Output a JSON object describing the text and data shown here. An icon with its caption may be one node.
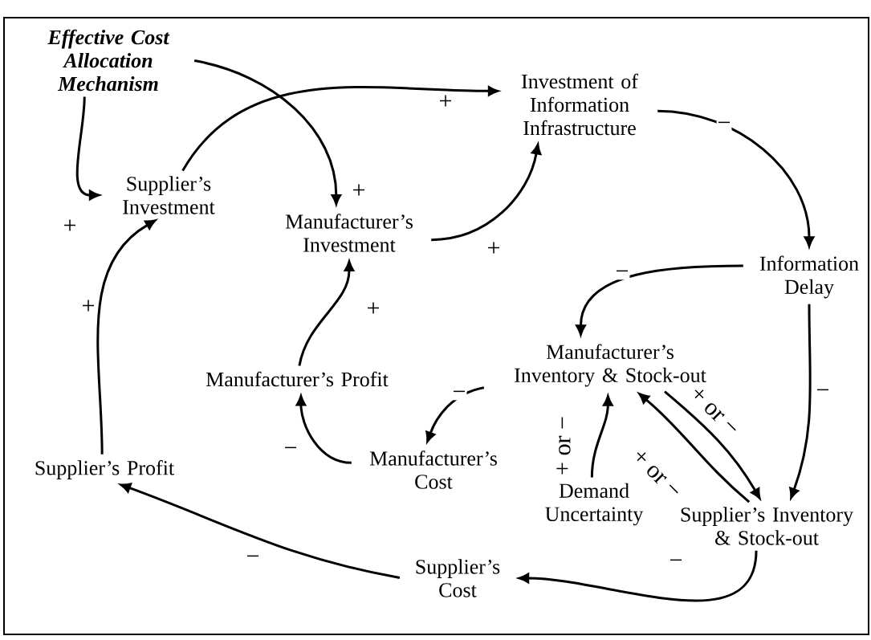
{
  "diagram": {
    "nodes": [
      {
        "text": [
          "Effective Cost Allocation Mechanism"
        ]
      },
      {
        "text": [
          "Supplier’s Investment"
        ]
      },
      {
        "text": [
          "Manufacturer’s Investment"
        ]
      },
      {
        "text": [
          "Investment of Information Infrastructure"
        ]
      },
      {
        "text": [
          "Information Delay"
        ]
      },
      {
        "text": [
          "Manufacturer’s Inventory & Stock-out"
        ]
      },
      {
        "text": [
          "Manufacturer’s Profit"
        ]
      },
      {
        "text": [
          "Manufacturer’s Cost"
        ]
      },
      {
        "text": [
          "Demand Uncertainty"
        ]
      },
      {
        "text": [
          "Supplier’s Inventory & Stock-out"
        ]
      },
      {
        "text": [
          "Supplier’s Profit"
        ]
      },
      {
        "text": [
          "Supplier’s Cost"
        ]
      }
    ],
    "edges": [
      {
        "from": 0,
        "to": 1,
        "arrow": "to",
        "label": "+"
      },
      {
        "from": 0,
        "to": 2,
        "arrow": "to",
        "label": "+"
      },
      {
        "from": 1,
        "to": 3,
        "arrow": "to",
        "label": "+"
      },
      {
        "from": 2,
        "to": 3,
        "arrow": "to",
        "label": "+"
      },
      {
        "from": 3,
        "to": 4,
        "arrow": "to",
        "label": "−"
      },
      {
        "from": 4,
        "to": 5,
        "arrow": "to",
        "label": "−"
      },
      {
        "from": 4,
        "to": 9,
        "arrow": "to",
        "label": "−"
      },
      {
        "from": 5,
        "to": 7,
        "arrow": "to",
        "label": "−"
      },
      {
        "from": 7,
        "to": 6,
        "arrow": "to",
        "label": "−"
      },
      {
        "from": 6,
        "to": 2,
        "arrow": "to",
        "label": "+"
      },
      {
        "from": 10,
        "to": 1,
        "arrow": "to",
        "label": "+"
      },
      {
        "from": 8,
        "to": 5,
        "arrow": "to",
        "label": "+ or −"
      },
      {
        "from": 5,
        "to": 9,
        "arrow": "to",
        "label": "+ or −"
      },
      {
        "from": 9,
        "to": 5,
        "arrow": "to",
        "label": "+ or −"
      },
      {
        "from": 9,
        "to": 11,
        "arrow": "to",
        "label": "−"
      },
      {
        "from": 11,
        "to": 10,
        "arrow": "to",
        "label": "−"
      }
    ]
  }
}
